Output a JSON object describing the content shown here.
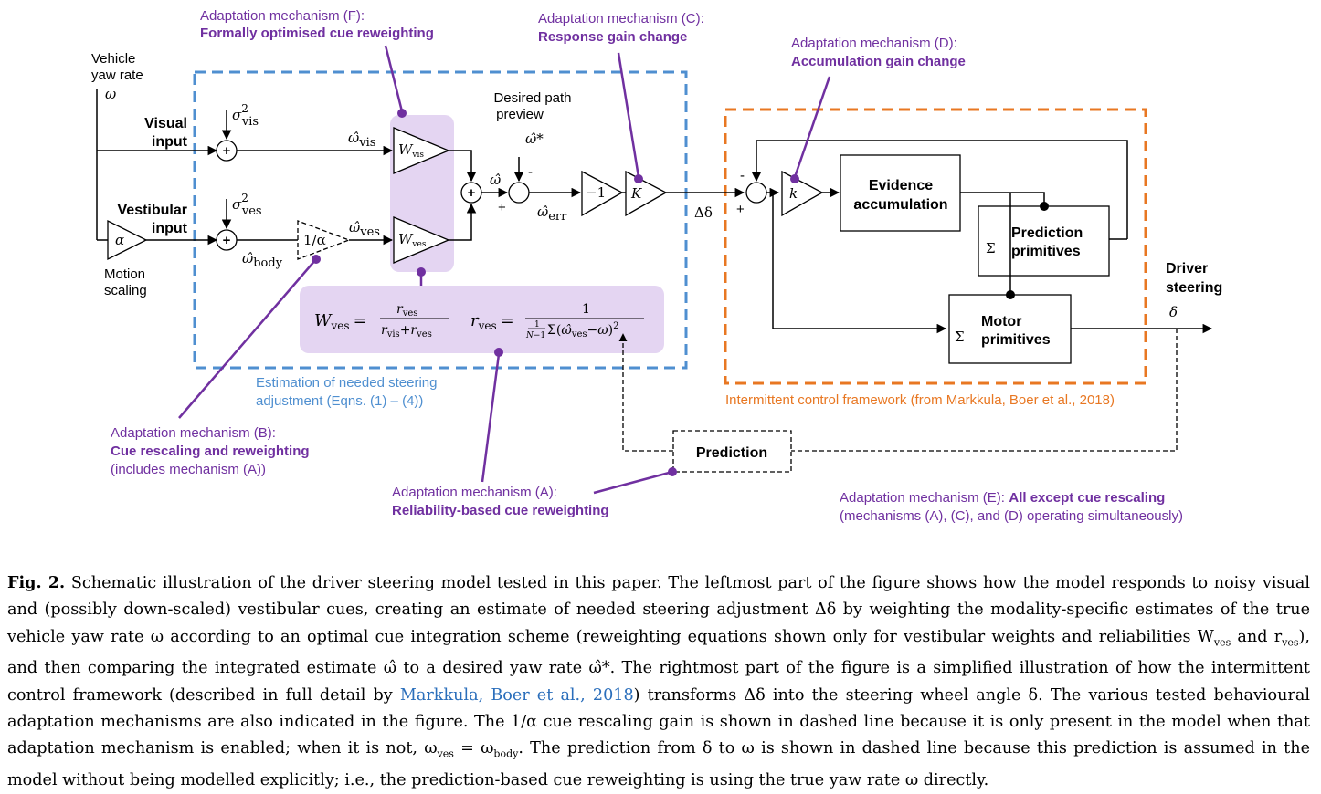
{
  "labels": {
    "mech_f_title": "Adaptation mechanism (F):",
    "mech_f_name": "Formally optimised cue reweighting",
    "mech_c_title": "Adaptation mechanism (C):",
    "mech_c_name": "Response gain change",
    "mech_d_title": "Adaptation mechanism (D):",
    "mech_d_name": "Accumulation gain change",
    "mech_b_title": "Adaptation mechanism (B):",
    "mech_b_name": "Cue rescaling and reweighting",
    "mech_b_note": "(includes mechanism (A))",
    "mech_a_title": "Adaptation mechanism (A):",
    "mech_a_name": "Reliability-based cue reweighting",
    "mech_e_title": "Adaptation mechanism (E):",
    "mech_e_name": "All except cue rescaling",
    "mech_e_note": "(mechanisms (A), (C), and (D) operating simultaneously)",
    "vehicle": "Vehicle",
    "yaw_rate": "yaw rate",
    "omega": "ω",
    "visual": "Visual",
    "vis_input": "input",
    "vestibular": "Vestibular",
    "ves_input": "input",
    "motion": "Motion",
    "scaling": "scaling",
    "alpha": "α",
    "one_over_alpha": "1/α",
    "desired": "Desired path",
    "preview": "preview",
    "omega_hat": "ω̂",
    "omega_star": "ω̂*",
    "neg_one": "−1",
    "gain_K": "K",
    "gain_k": "k",
    "delta_delta": "Δδ",
    "evidence": "Evidence",
    "accumulation": "accumulation",
    "prediction_prim_1": "Prediction",
    "prediction_prim_2": "primitives",
    "motor_prim_1": "Motor",
    "motor_prim_2": "primitives",
    "sigma": "Σ",
    "driver": "Driver",
    "steering": "steering",
    "delta": "δ",
    "prediction": "Prediction",
    "estimation_1": "Estimation of needed steering",
    "estimation_2": "adjustment (Eqns. (1) – (4))",
    "intermittent": "Intermittent control framework (from Markkula, Boer et al., 2018)",
    "plus": "+",
    "minus": "-"
  },
  "caption": {
    "fig": "Fig. 2.",
    "t1": " Schematic illustration of the driver steering model tested in this paper. The leftmost part of the figure shows how the model responds to noisy visual and (possibly down-scaled) vestibular cues, creating an estimate of needed steering adjustment Δδ by weighting the modality-specific estimates of the true vehicle yaw rate ω according to an optimal cue integration scheme (reweighting equations shown only for vestibular weights and reliabilities W",
    "t2": " and r",
    "t3": "), and then comparing the integrated estimate ω̂ to a desired yaw rate ω̂*. The rightmost part of the figure is a simplified illustration of how the intermittent control framework (described in full detail by ",
    "link": "Markkula, Boer et al., 2018",
    "t4": ") transforms Δδ into the steering wheel angle δ. The various tested behavioural adaptation mechanisms are also indicated in the figure. The 1/α cue rescaling gain is shown in dashed line because it is only present in the model when that adaptation mechanism is enabled; when it is not, ω",
    "t5": " = ω",
    "t6": ". The prediction from δ to ω is shown in dashed line because this prediction is assumed in the model without being modelled explicitly; i.e., the prediction-based cue reweighting is using the true yaw rate ω directly.",
    "sub_ves": "ves",
    "sub_body": "body"
  },
  "colors": {
    "purple": "#7030a0",
    "lavender": "#e4d5f2",
    "blue": "#4f8fd0",
    "orange": "#e87722"
  }
}
